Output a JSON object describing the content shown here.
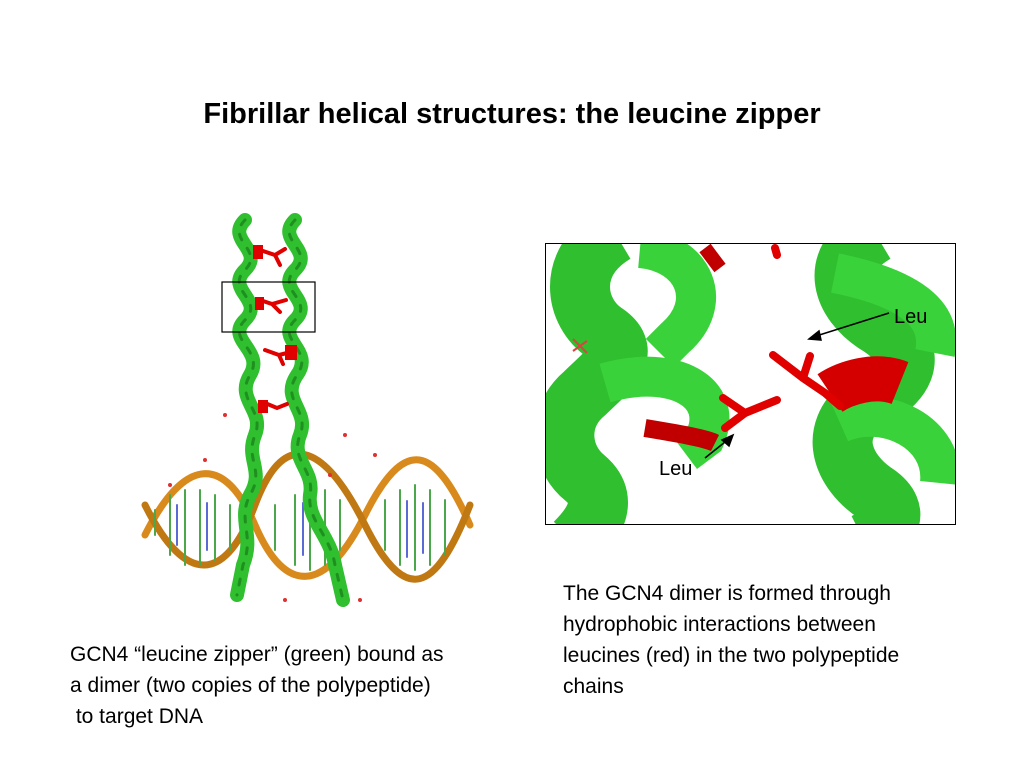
{
  "slide": {
    "title": "Fibrillar helical structures: the leucine zipper"
  },
  "figures": {
    "left_caption_lines": [
      "GCN4 “leucine zipper” (green) bound as",
      "a dimer (two copies of the polypeptide)",
      " to target DNA"
    ],
    "right_caption_lines": [
      "The GCN4 dimer is formed through",
      "hydrophobic interactions between",
      "leucines (red) in the two polypeptide",
      "chains"
    ],
    "label_leu_top": "Leu",
    "label_leu_bottom": "Leu"
  },
  "colors": {
    "helix_green": "#33cc33",
    "helix_dark": "#1f8f1f",
    "leucine_red": "#e00000",
    "dna_orange": "#d98a1c",
    "box_border": "#000000"
  }
}
